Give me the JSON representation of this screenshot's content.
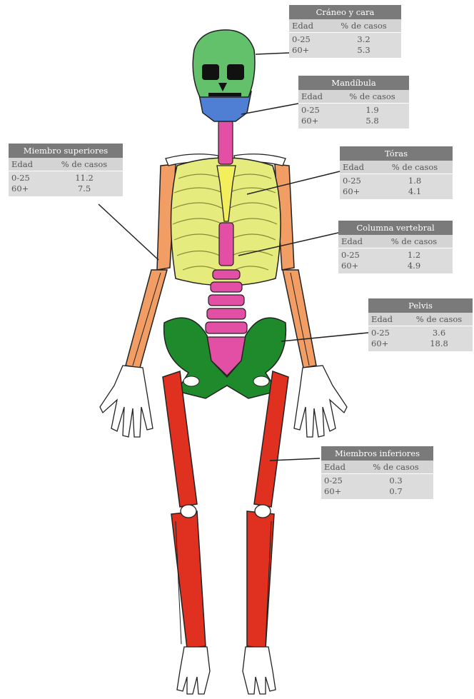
{
  "headers": {
    "age": "Edad",
    "pct": "% de casos"
  },
  "colors": {
    "skull": "#63c16b",
    "mandible": "#4f7fd4",
    "spine": "#e34fa4",
    "thorax": "#e6eb7e",
    "sternum": "#f3ee5c",
    "upper_limbs": "#f29d63",
    "pelvis": "#1f8a2c",
    "lower_limbs": "#e0301f",
    "label_header": "#7a7a7a",
    "label_body": "#dcdcdc"
  },
  "labels": {
    "skull": {
      "title": "Cráneo y cara",
      "rows": [
        {
          "age": "0-25",
          "pct": "3.2"
        },
        {
          "age": "60+",
          "pct": "5.3"
        }
      ]
    },
    "mandible": {
      "title": "Mandíbula",
      "rows": [
        {
          "age": "0-25",
          "pct": "1.9"
        },
        {
          "age": "60+",
          "pct": "5.8"
        }
      ]
    },
    "upper": {
      "title": "Miembro superiores",
      "rows": [
        {
          "age": "0-25",
          "pct": "11.2"
        },
        {
          "age": "60+",
          "pct": "7.5"
        }
      ]
    },
    "thorax": {
      "title": "Tóras",
      "rows": [
        {
          "age": "0-25",
          "pct": "1.8"
        },
        {
          "age": "60+",
          "pct": "4.1"
        }
      ]
    },
    "spine": {
      "title": "Columna vertebral",
      "rows": [
        {
          "age": "0-25",
          "pct": "1.2"
        },
        {
          "age": "60+",
          "pct": "4.9"
        }
      ]
    },
    "pelvis": {
      "title": "Pelvis",
      "rows": [
        {
          "age": "0-25",
          "pct": "3.6"
        },
        {
          "age": "60+",
          "pct": "18.8"
        }
      ]
    },
    "lower": {
      "title": "Miembros inferiores",
      "rows": [
        {
          "age": "0-25",
          "pct": "0.3"
        },
        {
          "age": "60+",
          "pct": "0.7"
        }
      ]
    }
  }
}
